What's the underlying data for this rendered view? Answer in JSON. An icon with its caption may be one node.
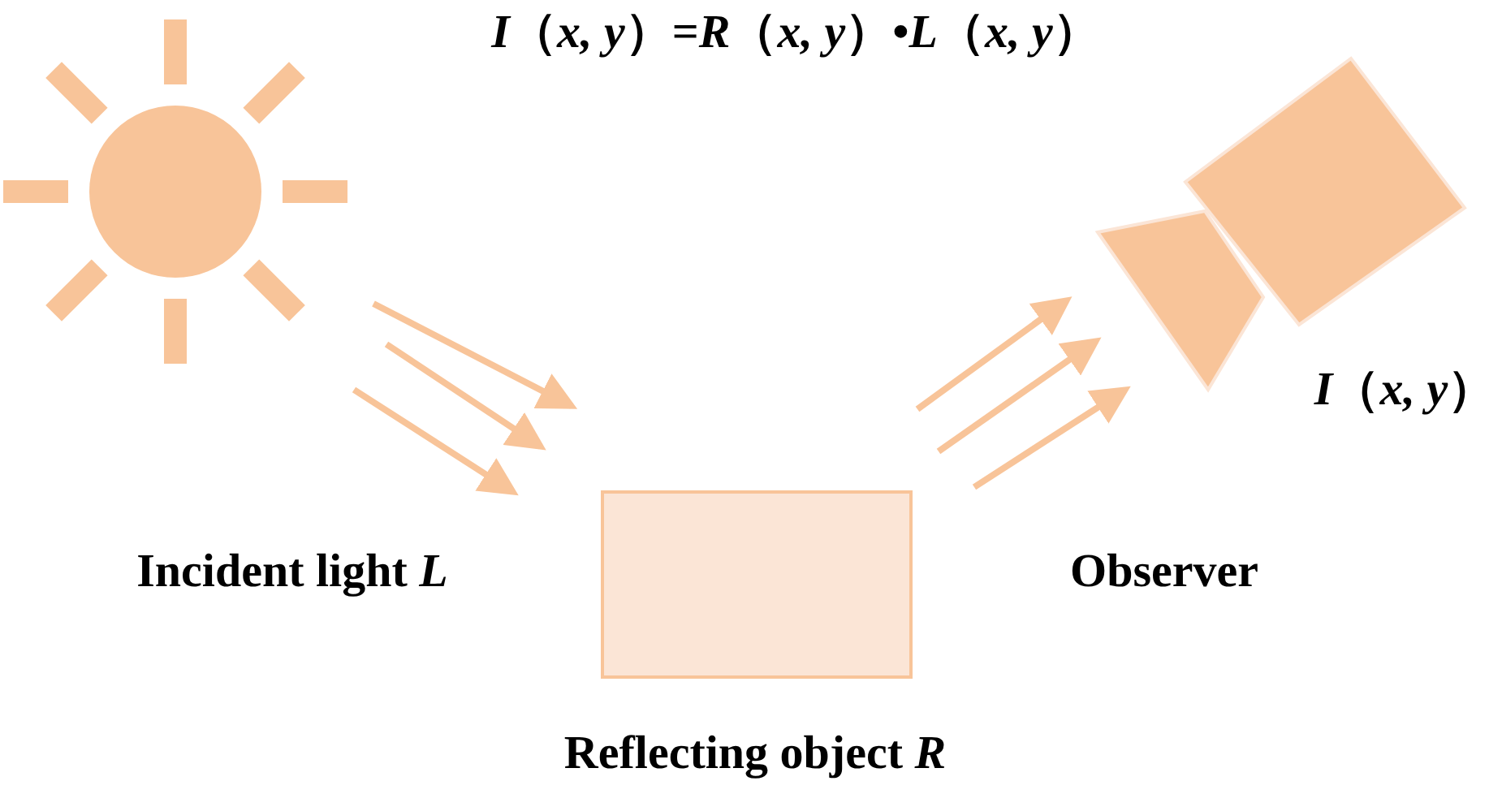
{
  "diagram": {
    "title": "*I*（*x, y*）=*R*（*x, y*）•*L*（*x, y*）",
    "nodes": [
      {
        "text": [],
        "shape": "circle"
      },
      {
        "text": [],
        "shape": "box",
        "beside": [
          "Reflecting object *R*"
        ]
      },
      {
        "text": [],
        "shape": "camera",
        "beside": [
          "Observer",
          "*I*（*x, y*）"
        ]
      }
    ],
    "edges": [
      {
        "from": 0,
        "to": 1,
        "arrow": "to"
      },
      {
        "from": 0,
        "to": 1,
        "arrow": "to"
      },
      {
        "from": 0,
        "to": 1,
        "arrow": "to"
      },
      {
        "from": 1,
        "to": 2,
        "arrow": "to"
      },
      {
        "from": 1,
        "to": 2,
        "arrow": "to"
      },
      {
        "from": 1,
        "to": 2,
        "arrow": "to"
      }
    ],
    "labels": [
      "Incident light *L*"
    ]
  }
}
